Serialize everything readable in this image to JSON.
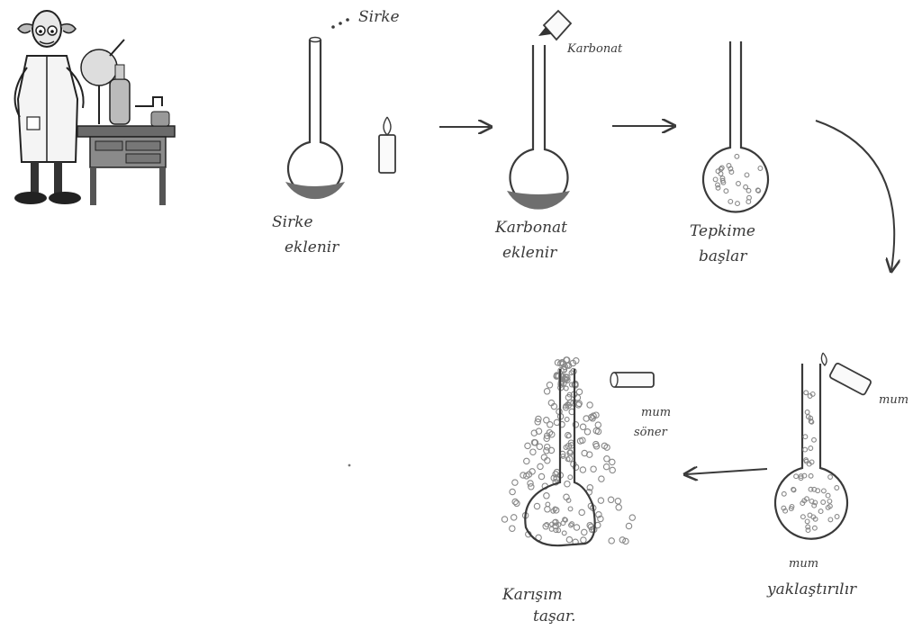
{
  "labels": {
    "sirke_top": "Sirke",
    "karbonat_top": "Karbonat",
    "step1_line1": "Sirke",
    "step1_line2": "eklenir",
    "step2_line1": "Karbonat",
    "step2_line2": "eklenir",
    "step3_line1": "Tepkime",
    "step3_line2": "başlar",
    "step4_side": "mum",
    "step4_line1": "mum",
    "step4_line2": "yaklaştırılır",
    "step5_side1": "mum",
    "step5_side2": "söner",
    "step5_line1": "Karışım",
    "step5_line2": "taşar."
  },
  "colors": {
    "ink": "#3a3a3a",
    "liquid": "#6e6e6e",
    "bubble": "#888888"
  }
}
